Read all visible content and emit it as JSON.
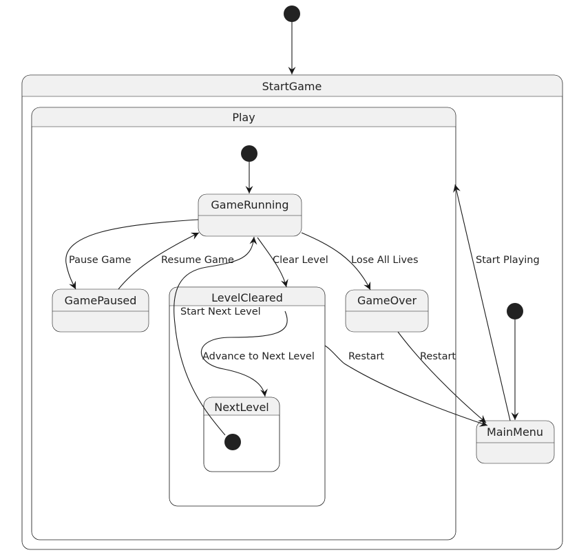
{
  "diagram": {
    "states": {
      "start_game": "StartGame",
      "play": "Play",
      "game_running": "GameRunning",
      "game_paused": "GamePaused",
      "level_cleared": "LevelCleared",
      "level_cleared_entry": "Start Next Level",
      "game_over": "GameOver",
      "next_level": "NextLevel",
      "main_menu": "MainMenu"
    },
    "transitions": {
      "pause_game": "Pause Game",
      "resume_game": "Resume Game",
      "clear_level": "Clear Level",
      "lose_all_lives": "Lose All Lives",
      "start_playing": "Start Playing",
      "advance_to_next_level": "Advance to Next Level",
      "restart_from_level": "Restart",
      "restart_from_game_over": "Restart"
    },
    "colors": {
      "node_fill": "#f1f1f1",
      "line": "#181818",
      "initial_dot": "#222222"
    }
  }
}
